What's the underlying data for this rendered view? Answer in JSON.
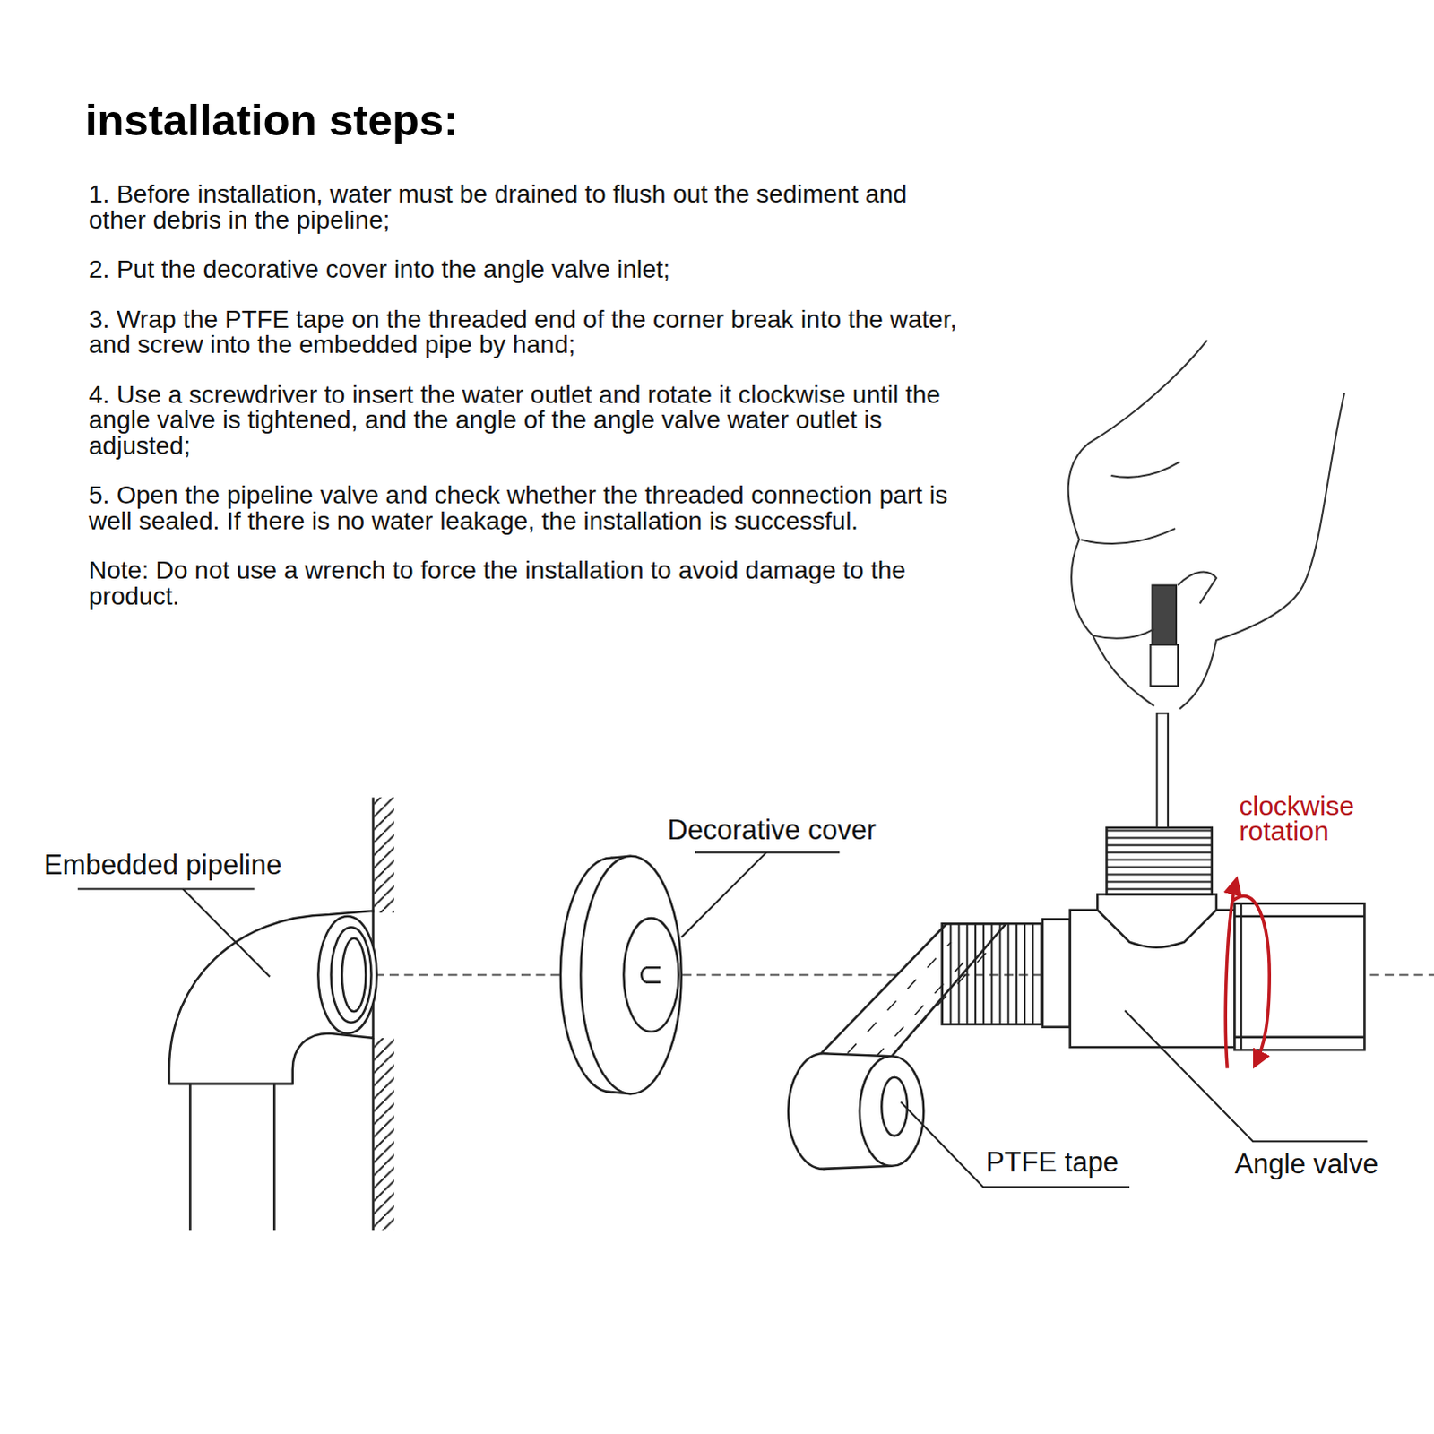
{
  "diagram": {
    "title": "installation steps:",
    "labels": [
      "1. Before installation, water must be drained to flush out the sediment and other debris in the pipeline;",
      "2. Put the decorative cover into the angle valve inlet;",
      "3. Wrap the PTFE tape on the threaded end of the corner break into the water, and screw into the embedded pipe by hand;",
      "4. Use a screwdriver to insert the water outlet and rotate it clockwise until the angle valve is tightened, and the angle of the angle valve water outlet is adjusted;",
      "5. Open the pipeline valve and check whether the threaded connection part is well sealed. If there is no water leakage, the installation is successful.",
      "Note: Do not use a wrench to force the installation to avoid damage to the product.",
      "Embedded pipeline",
      "Decorative cover",
      "clockwise rotation",
      "PTFE tape",
      "Angle valve"
    ]
  }
}
